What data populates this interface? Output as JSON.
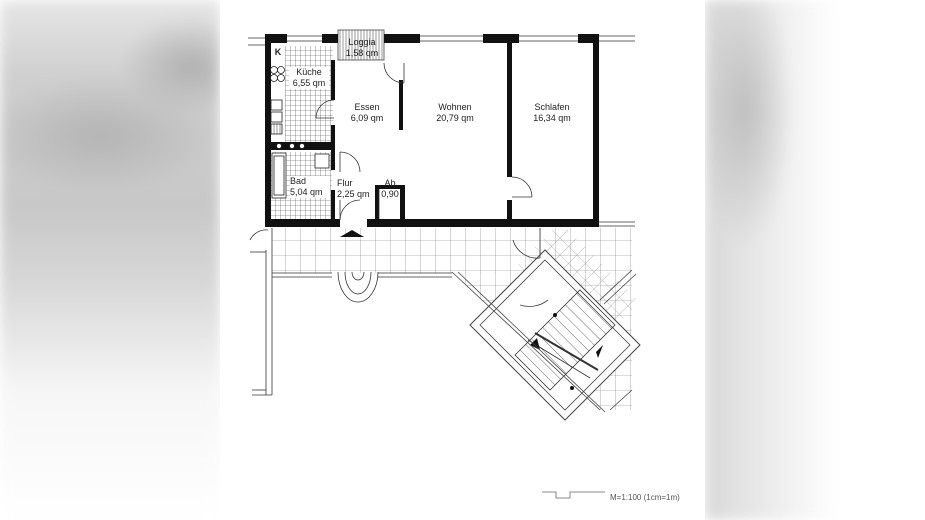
{
  "viewer": {
    "background_color": "#ffffff",
    "blur_background": true
  },
  "floor_plan": {
    "rooms": [
      {
        "name": "Loggia",
        "area": "1,58 qm"
      },
      {
        "name": "Küche",
        "area": "6,55 qm"
      },
      {
        "name": "Essen",
        "area": "6,09 qm"
      },
      {
        "name": "Wohnen",
        "area": "20,79 qm"
      },
      {
        "name": "Schlafen",
        "area": "16,34 qm"
      },
      {
        "name": "Bad",
        "area": "5,04 qm"
      },
      {
        "name": "Flur",
        "area": "2,25 qm"
      },
      {
        "name": "Ab",
        "area": "0,90"
      }
    ],
    "kitchen_marker": "K",
    "scale_label": "M=1:100 (1cm=1m)",
    "colors": {
      "wall": "#111111",
      "line": "#333333",
      "tile": "#555555"
    }
  }
}
